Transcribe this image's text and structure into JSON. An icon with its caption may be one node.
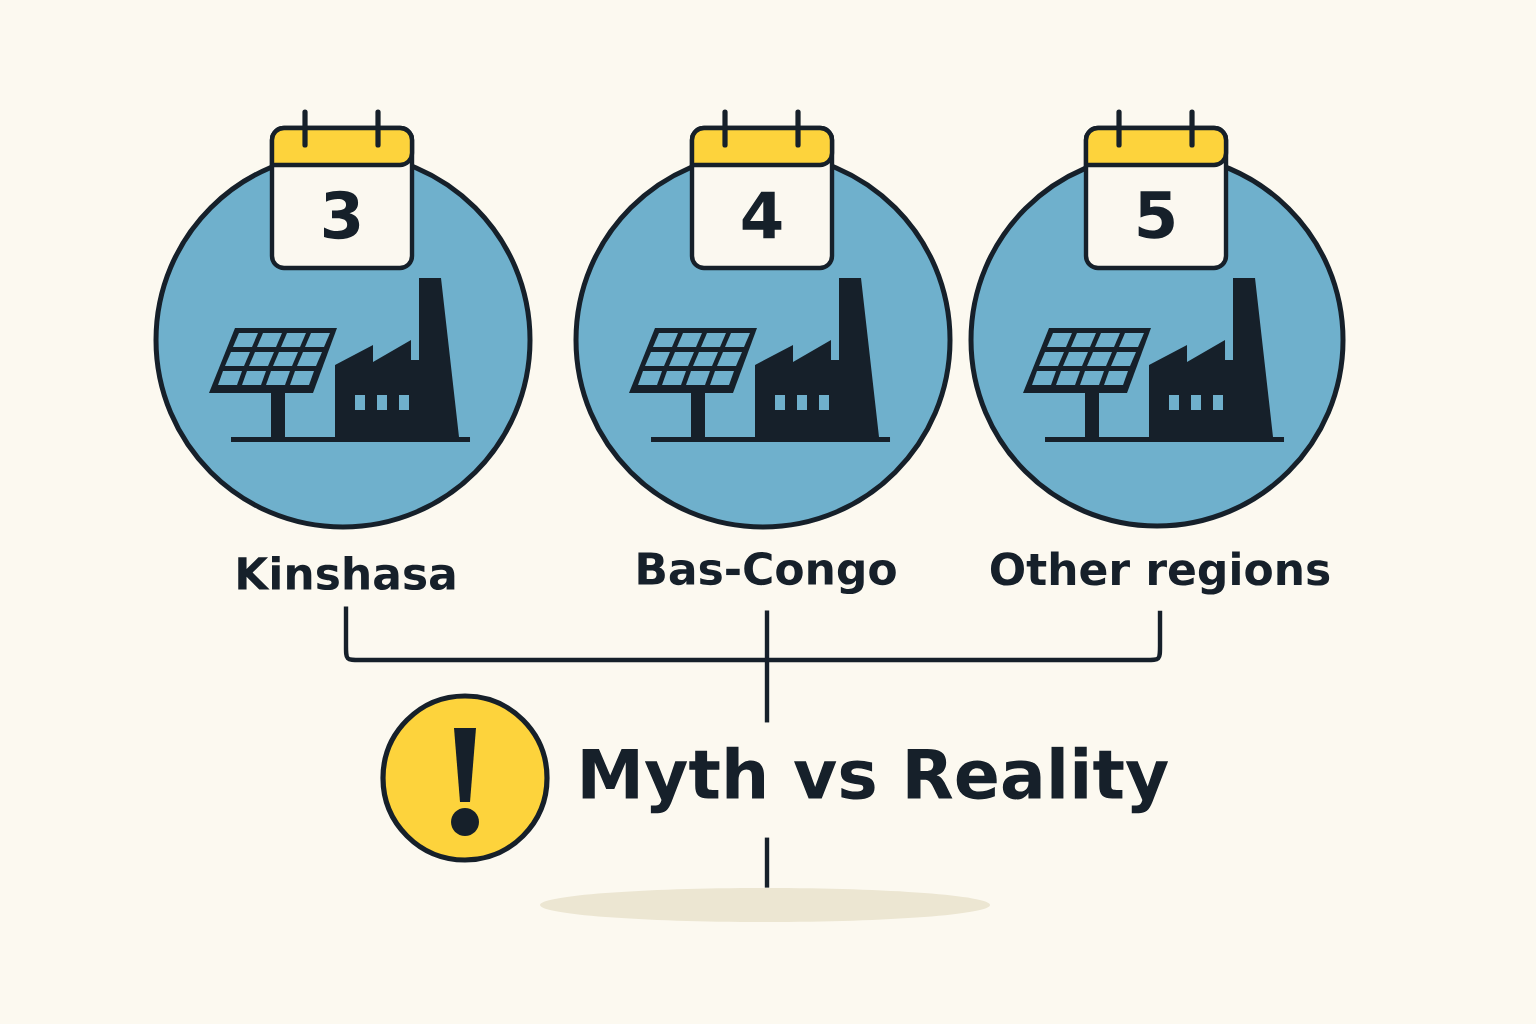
{
  "diagram": {
    "nodes": [
      {
        "text": [
          "3"
        ],
        "beside": [
          "Kinshasa"
        ]
      },
      {
        "text": [
          "4"
        ],
        "beside": [
          "Bas-Congo"
        ]
      },
      {
        "text": [
          "5"
        ],
        "beside": [
          "Other regions"
        ]
      },
      {
        "text": [
          "Myth vs Reality"
        ]
      },
      {
        "text": [],
        "shape": "ellipse"
      }
    ],
    "edges": [
      {
        "from": 0,
        "to": 3,
        "arrow": "none"
      },
      {
        "from": 1,
        "to": 3,
        "arrow": "none"
      },
      {
        "from": 2,
        "to": 3,
        "arrow": "none"
      },
      {
        "from": 3,
        "to": 4,
        "arrow": "none"
      }
    ]
  }
}
